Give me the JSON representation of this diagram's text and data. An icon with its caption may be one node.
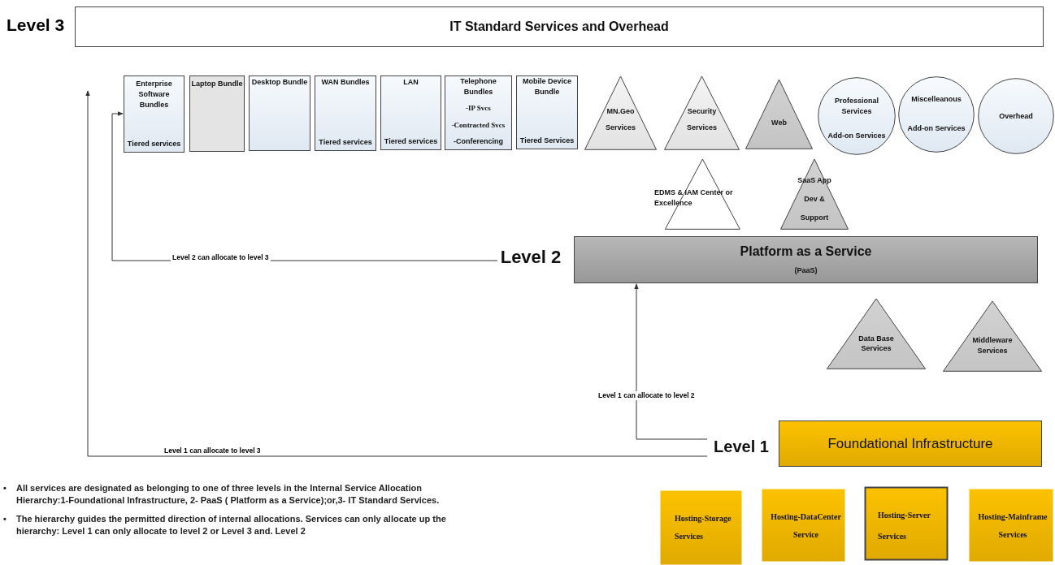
{
  "diagram": {
    "nodes": [
      {
        "text": [
          "IT Standard Services and Overhead"
        ]
      },
      {
        "text": [
          "Enterprise Software Bundles",
          "Tiered services"
        ]
      },
      {
        "text": [
          "Laptop Bundle"
        ]
      },
      {
        "text": [
          "Desktop Bundle"
        ]
      },
      {
        "text": [
          "WAN Bundles",
          "Tiered services"
        ]
      },
      {
        "text": [
          "LAN",
          "Tiered services"
        ]
      },
      {
        "text": [
          "Telephone Bundles",
          "-IP Svcs",
          "-Contracted Svcs",
          "-Conferencing"
        ]
      },
      {
        "text": [
          "Mobile Device Bundle",
          "Tiered Services"
        ]
      },
      {
        "text": [
          "MN.Geo Services"
        ]
      },
      {
        "text": [
          "Security Services"
        ]
      },
      {
        "text": [
          "Web"
        ]
      },
      {
        "text": [
          "Professional Services",
          "Add-on Services"
        ]
      },
      {
        "text": [
          "Miscelleanous",
          "Add-on Services"
        ]
      },
      {
        "text": [
          "Overhead"
        ]
      },
      {
        "text": [
          "EDMS & IAM Center or Excellence"
        ]
      },
      {
        "text": [
          "SaaS App Dev & Support"
        ]
      },
      {
        "text": [
          "Level 2"
        ]
      },
      {
        "text": [
          "Platform as a Service",
          "(PaaS)"
        ]
      },
      {
        "text": [
          "Data Base Services"
        ]
      },
      {
        "text": [
          "Middleware Services"
        ]
      },
      {
        "text": [
          "Level 1"
        ]
      },
      {
        "text": [
          "Foundational Infrastructure"
        ]
      },
      {
        "text": [
          "Hosting-Storage Services"
        ]
      },
      {
        "text": [
          "Hosting-DataCenter Service"
        ]
      },
      {
        "text": [
          "Hosting-Server Services"
        ]
      },
      {
        "text": [
          "Hosting-Mainframe Services"
        ]
      }
    ],
    "edges": [
      {
        "from": 16,
        "to": 1,
        "arrow": "to",
        "label": "Level 2 can allocate to level 3"
      },
      {
        "from": 20,
        "to": null,
        "arrow": "to",
        "label": "Level 1 can allocate to level 3"
      },
      {
        "from": 20,
        "to": 17,
        "arrow": "to",
        "label": "Level 1 can allocate to level 2"
      }
    ],
    "labels": [
      "Level 3",
      "•",
      "All services  are designated as  belonging to one of three levels in the Internal Service Allocation Hierarchy:1-Foundational Infrastructure,  2- PaaS ( Platform as a Service);or,3- IT Standard Services.",
      "•",
      "The hierarchy guides the permitted direction of internal allocations. Services can only allocate up the hierarchy: Level 1 can only allocate to level 2 or Level 3 and. Level 2"
    ]
  }
}
